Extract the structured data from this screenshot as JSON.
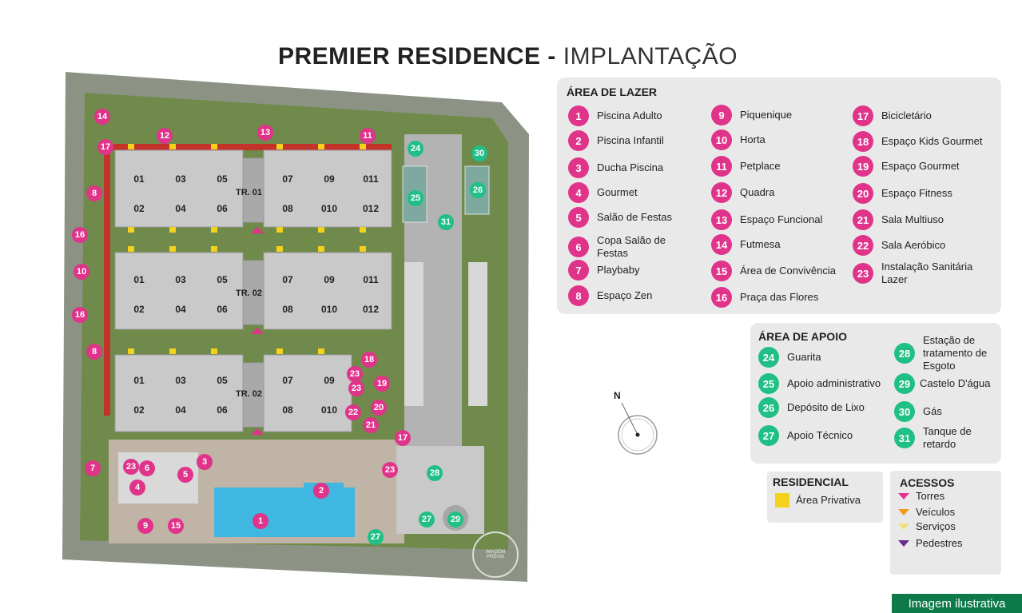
{
  "title": {
    "bold": "PREMIER RESIDENCE -",
    "light": "IMPLANTAÇÃO"
  },
  "lazer": {
    "title": "ÁREA DE LAZER",
    "col1": [
      {
        "n": "1",
        "label": "Piscina Adulto"
      },
      {
        "n": "2",
        "label": "Piscina Infantil"
      },
      {
        "n": "3",
        "label": "Ducha Piscina"
      },
      {
        "n": "4",
        "label": "Gourmet"
      },
      {
        "n": "5",
        "label": "Salão de Festas"
      },
      {
        "n": "6",
        "label": "Copa Salão de Festas"
      },
      {
        "n": "7",
        "label": "Playbaby"
      },
      {
        "n": "8",
        "label": "Espaço Zen"
      }
    ],
    "col2": [
      {
        "n": "9",
        "label": "Piquenique"
      },
      {
        "n": "10",
        "label": "Horta"
      },
      {
        "n": "11",
        "label": "Petplace"
      },
      {
        "n": "12",
        "label": "Quadra"
      },
      {
        "n": "13",
        "label": "Espaço Funcional"
      },
      {
        "n": "14",
        "label": "Futmesa"
      },
      {
        "n": "15",
        "label": "Área de Convivência"
      },
      {
        "n": "16",
        "label": "Praça das Flores"
      }
    ],
    "col3": [
      {
        "n": "17",
        "label": "Bicicletário"
      },
      {
        "n": "18",
        "label": "Espaço Kids Gourmet"
      },
      {
        "n": "19",
        "label": "Espaço Gourmet"
      },
      {
        "n": "20",
        "label": "Espaço Fitness"
      },
      {
        "n": "21",
        "label": "Sala Multiuso"
      },
      {
        "n": "22",
        "label": "Sala Aeróbico"
      },
      {
        "n": "23",
        "label": "Instalação Sanitária Lazer"
      }
    ]
  },
  "apoio": {
    "title": "ÁREA DE APOIO",
    "col1": [
      {
        "n": "24",
        "label": "Guarita"
      },
      {
        "n": "25",
        "label": "Apoio administrativo"
      },
      {
        "n": "26",
        "label": "Depósito de Lixo"
      },
      {
        "n": "27",
        "label": "Apoio Técnico"
      }
    ],
    "col2": [
      {
        "n": "28",
        "label": "Estação de tratamento de Esgoto"
      },
      {
        "n": "29",
        "label": "Castelo D'água"
      },
      {
        "n": "30",
        "label": "Gás"
      },
      {
        "n": "31",
        "label": "Tanque de retardo"
      }
    ]
  },
  "residencial": {
    "title": "RESIDENCIAL",
    "item": "Área Privativa"
  },
  "acessos": {
    "title": "ACESSOS",
    "items": [
      {
        "label": "Torres",
        "color": "#e0338a"
      },
      {
        "label": "Veículos",
        "color": "#f39a1e"
      },
      {
        "label": "Serviços",
        "color": "#f3e07a"
      },
      {
        "label": "Pedestres",
        "color": "#6b2d8a"
      }
    ]
  },
  "compass": {
    "label": "N"
  },
  "plan": {
    "tower_labels": [
      "TR. 01",
      "TR. 02",
      "TR. 02"
    ],
    "unit_rows": [
      [
        "01",
        "03",
        "05",
        "07",
        "09",
        "011"
      ],
      [
        "02",
        "04",
        "06",
        "08",
        "010",
        "012"
      ],
      [
        "01",
        "03",
        "05",
        "07",
        "09",
        "011"
      ],
      [
        "02",
        "04",
        "06",
        "08",
        "010",
        "012"
      ],
      [
        "01",
        "03",
        "05",
        "07",
        "09"
      ],
      [
        "02",
        "04",
        "06",
        "08",
        "010"
      ]
    ],
    "watermark": "IMAGEM PRÉVIA"
  },
  "footer": "Imagem ilustrativa",
  "colors": {
    "pink": "#e0338a",
    "green": "#1fbf86",
    "yellow": "#f3d11c",
    "footer_bg": "#0e7a4a"
  }
}
